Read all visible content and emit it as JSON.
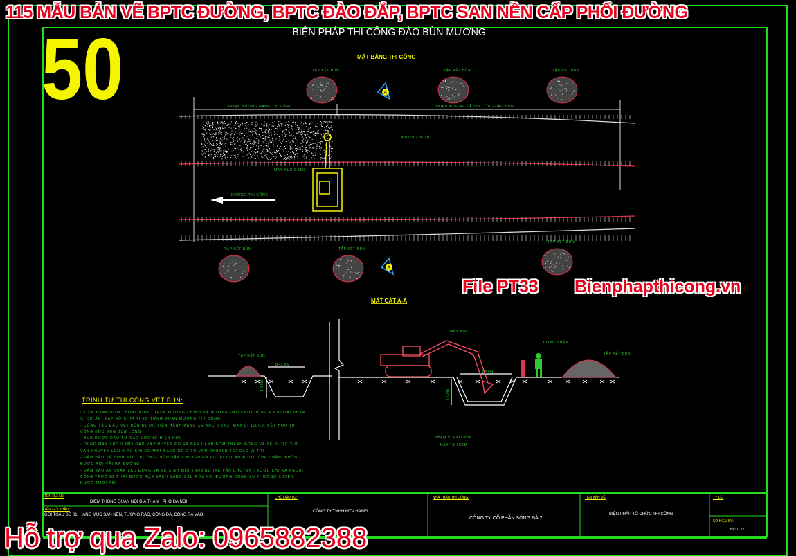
{
  "overlay": {
    "banner": "115 MẪU BẢN VẼ BPTC ĐƯỜNG, BPTC ĐÀO ĐẮP, BPTC SAN NỀN CẤP PHỐI ĐƯỜNG",
    "number": "50",
    "file": "File PT33",
    "site": "Bienphapthicong.vn",
    "zalo": "Hỗ trợ qua Zalo: 0965882388"
  },
  "drawing": {
    "subtitle": "BIỆN PHÁP THI CÔNG ĐÀO BÙN MƯƠNG",
    "plan": {
      "heading": "MẶT BẰNG THI CÔNG",
      "mound_label": "TẬP KẾT BÙN",
      "section_mark": "A",
      "segment_left": "ĐOẠN MƯƠNG ĐANG THI CÔNG",
      "segment_right": "ĐOẠN MƯƠNG ĐÃ THI CÔNG ĐÀO BÙN",
      "channel_label": "MƯƠNG NƯỚC",
      "excavator_label": "MÁY XÚC 0.5M3",
      "direction_label": "HƯỚNG THI CÔNG"
    },
    "section": {
      "heading": "MẶT CẮT A-A",
      "mound_label": "TẬP KẾT BÙN",
      "excavator_label": "MÁY XÚC",
      "worker_label": "CÔNG NHÂN",
      "width_small": "B=3.5M",
      "depth_small": "1.80M",
      "width_big": "B=4M",
      "depth_big": "2.00M",
      "range_label": "PHẠM VI ĐÀO BÙN",
      "thickness_label": "DÀY TB 30CM"
    },
    "notes": {
      "title": "TRÌNH TỰ THI CÔNG VÉT BÙN:",
      "lines": [
        "- TIẾN HÀNH BƠM THOÁT NƯỚC TRÊN MƯƠNG CHÍNH VÀ MƯƠNG ĐÀO KHƠI DÒNG RA NGOÀI PHẠM VI DỰ ÁN, ĐẮP BỜ CHIA THEO TỪNG ĐOẠN MƯƠNG THI CÔNG",
        "- CÔNG TÁC ĐÀO VÉT BÙN ĐƯỢC TIẾN HÀNH BẰNG XE XÚC 0.5M3, MÁY ỦI 110CV, KẾT HỢP THI CÔNG BỐC DỌN BÙN LỎNG",
        "- BÙN ĐƯỢC ĐÀO TỪ CÁC MƯƠNG HIỆN HỮU",
        "- DÙNG MÁY XÚC 0.5M3 ĐÀO VÀ CHUYỂN ĐỔ RA BÊN CẠNH BỜM THÀNH ĐỐNG VÀ SẼ ĐƯỢC XÚC VẬN CHUYỂN LÊN Ô TÔ KHI CÓ MẶT BẰNG ĐỂ Ô TÔ VẬN CHUYỂN TỚI CÁC VỊ TRÍ",
        "- ĐẢM BẢO VỆ SINH MÔI TRƯỜNG, BÙN VẬN CHUYỂN RA NGOÀI DỰ ÁN ĐƯỢC CHE CHẮN, KHÔNG ĐƯỢC RƠI VÃI RA ĐƯỜNG",
        "- ĐẢM BẢO AN TOÀN LAO ĐỘNG VÀ VỆ SINH MÔI TRƯỜNG (XE VẬN CHUYỂN TRƯỚC KHI RA NGOÀI CÔNG TRƯỜNG PHẢI ĐƯỢC RỬA SẠCH BẰNG CẦU RỬA XE, ĐƯỜNG CÔNG VỤ THƯỜNG XUYÊN ĐƯỢC TƯỚI ẨM)"
      ]
    },
    "title_block": {
      "project_label": "TÊN DỰ ÁN:",
      "project": "ĐIỂM THÔNG QUAN NỘI ĐỊA THÀNH PHỐ HÀ NỘI",
      "package_label": "TÊN GÓI THẦU:",
      "package": "GÓI THẦU SỐ 01: HẠNG MỤC SAN NỀN, TƯỜNG RÀO, CỔNG ĐÃ, CỔNG RA VÀO",
      "owner_label": "CHỦ ĐẦU TƯ:",
      "owner": "CÔNG TY TNHH MTV HANEL",
      "contractor_label": "NHÀ THẦU THI CÔNG:",
      "contractor": "CÔNG TY CỔ PHẦN SÔNG ĐÀ 2",
      "drawing_label": "TÊN BẢN VẼ:",
      "drawing": "BIỆN PHÁP TỔ CHỨC THI CÔNG",
      "scale_label": "TỶ LỆ:",
      "sheet_label": "SỐ HIỆU BV:",
      "sheet": "BPTC.12"
    }
  },
  "colors": {
    "frame": "#22dd22",
    "text_green": "#2ecc2e",
    "heading": "#f5f500",
    "mound": "#e0304a",
    "excavator_plan": "#f5f500",
    "excavator_section": "#ff5060",
    "overlay_red": "#e8001c"
  }
}
